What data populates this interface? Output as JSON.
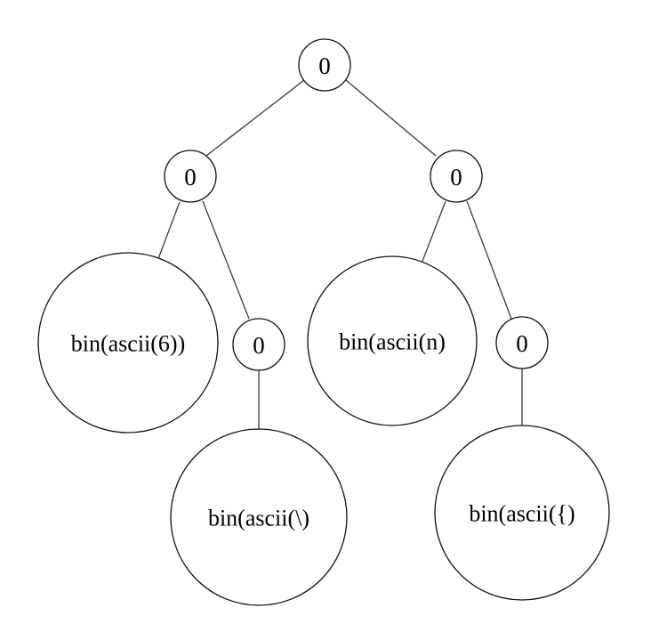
{
  "diagram": {
    "type": "binary-tree",
    "nodes": {
      "root": "0",
      "left": "0",
      "right": "0",
      "left_leaf": "bin(ascii(6))",
      "left_inner": "0",
      "left_inner_leaf": "bin(ascii(\\)",
      "right_leaf": "bin(ascii(n)",
      "right_inner": "0",
      "right_inner_leaf": "bin(ascii({)"
    },
    "edges": [
      [
        "root",
        "left"
      ],
      [
        "root",
        "right"
      ],
      [
        "left",
        "left_leaf"
      ],
      [
        "left",
        "left_inner"
      ],
      [
        "left_inner",
        "left_inner_leaf"
      ],
      [
        "right",
        "right_leaf"
      ],
      [
        "right",
        "right_inner"
      ],
      [
        "right_inner",
        "right_inner_leaf"
      ]
    ]
  }
}
